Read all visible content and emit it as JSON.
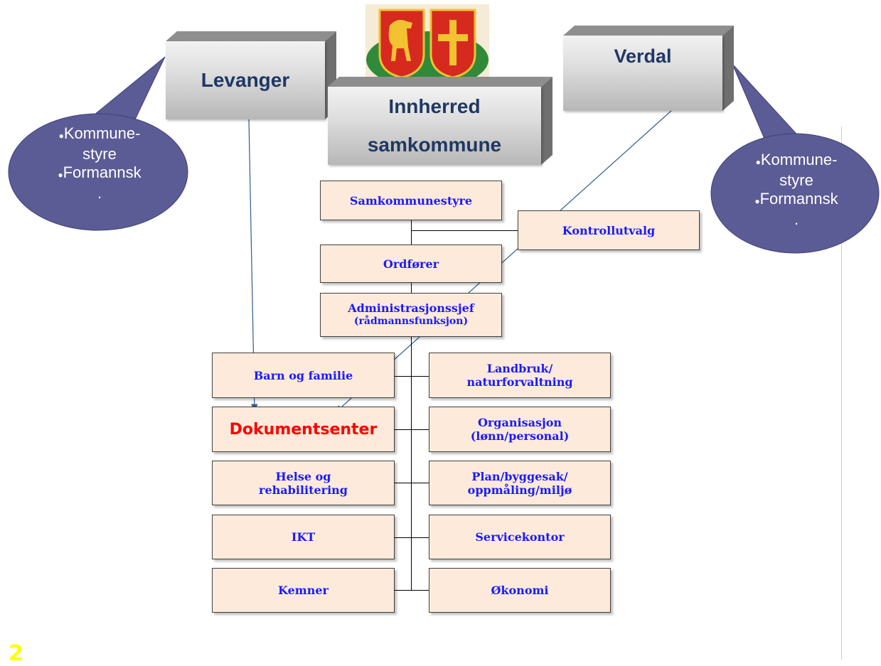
{
  "top": {
    "left_municipality": "Levanger",
    "right_municipality": "Verdal",
    "center_line1": "Innherred",
    "center_line2": "samkommune"
  },
  "bubbles": {
    "left": {
      "item1": "Kommune-",
      "item1b": "styre",
      "item2": "Formannsk",
      "item3": "."
    },
    "right": {
      "item1": "Kommune-",
      "item1b": "styre",
      "item2": "Formannsk",
      "item3": "."
    }
  },
  "org": {
    "samkommunestyre": "Samkommunestyre",
    "kontrollutvalg": "Kontrollutvalg",
    "ordforer": "Ordfører",
    "admin_line1": "Administrasjonssjef",
    "admin_line2": "(rådmannsfunksjon)",
    "barn": "Barn og familie",
    "dokument": "Dokumentsenter",
    "helse_line1": "Helse og",
    "helse_line2": "rehabilitering",
    "ikt": "IKT",
    "kemner": "Kemner",
    "landbruk_line1": "Landbruk/",
    "landbruk_line2": "naturforvaltning",
    "organisasjon_line1": "Organisasjon",
    "organisasjon_line2": "(lønn/personal)",
    "plan_line1": "Plan/byggesak/",
    "plan_line2": "oppmåling/miljø",
    "service": "Servicekontor",
    "okonomi": "Økonomi"
  },
  "page_number": "2",
  "colors": {
    "bubble": "#5b5b95",
    "box_fill": "#fdeada",
    "org_text": "#1a1aff",
    "highlight_text": "#ff0000",
    "arrow": "#2e5c8a",
    "heading_text": "#1f3864"
  }
}
